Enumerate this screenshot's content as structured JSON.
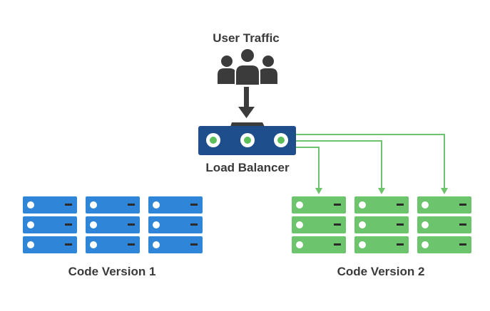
{
  "labels": {
    "user_traffic": "User Traffic",
    "load_balancer": "Load Balancer",
    "code_version_1": "Code Version 1",
    "code_version_2": "Code Version 2"
  },
  "colors": {
    "text": "#3a3a3a",
    "users": "#3b3b3b",
    "arrow_dark": "#3b3b3b",
    "load_balancer": "#1f4e8c",
    "load_balancer_port": "#5cbf5c",
    "blue_server": "#2f86d8",
    "green_server": "#6cc46c",
    "green_line": "#6cc46c"
  },
  "groups": {
    "version_1": {
      "server_count": 3,
      "units_per_server": 3,
      "color_key": "blue_server"
    },
    "version_2": {
      "server_count": 3,
      "units_per_server": 3,
      "color_key": "green_server"
    }
  },
  "icons": {
    "users": "user-group-icon",
    "arrow": "arrow-down-icon",
    "load_balancer": "load-balancer-icon",
    "server": "server-rack-icon"
  }
}
